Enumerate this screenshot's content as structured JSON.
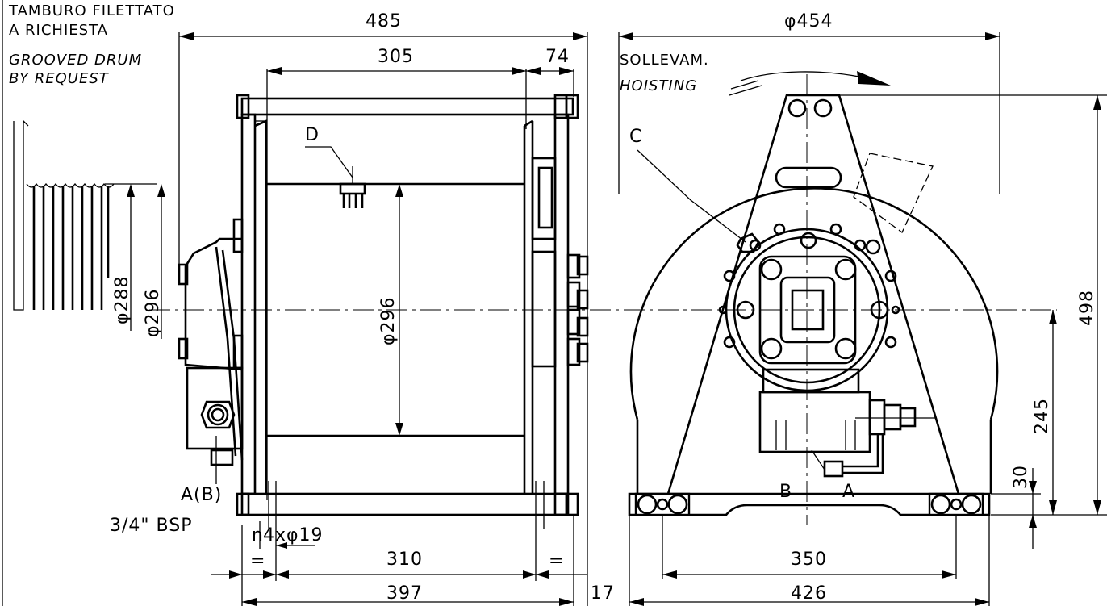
{
  "notes": {
    "threaded_drum_it_1": "TAMBURO FILETTATO",
    "threaded_drum_it_2": "A RICHIESTA",
    "grooved_drum_en_1": "GROOVED DRUM",
    "grooved_drum_en_2": "BY REQUEST",
    "hoisting_it": "SOLLEVAM.",
    "hoisting_en": "HOISTING"
  },
  "ports": {
    "a_b_label": "A(B)",
    "bsp_label": "3/4\" BSP",
    "view_b": "B",
    "view_a": "A",
    "c": "C",
    "d": "D"
  },
  "holes": {
    "n": "n",
    "holes_label": "4xφ19"
  },
  "dimensions": {
    "overall_width": "485",
    "drum_length": "305",
    "motor_offset": "74",
    "groove_dia_1": "φ288",
    "groove_dia_2": "φ296",
    "drum_dia": "φ296",
    "base_hole_span": "310",
    "base_length": "397",
    "equal_left": "=",
    "equal_right": "=",
    "flange_extra": "17",
    "flange_dia": "φ454",
    "height": "498",
    "axis_height": "245",
    "foot_height": "30",
    "foot_span": "350",
    "base_width": "426"
  }
}
